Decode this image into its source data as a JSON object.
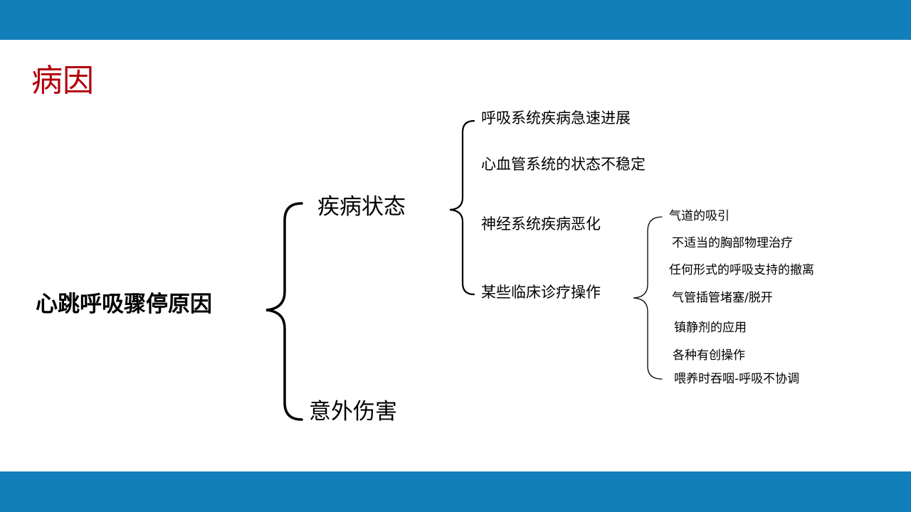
{
  "title": "病因",
  "root": "心跳呼吸骤停原因",
  "level1": [
    "疾病状态",
    "意外伤害"
  ],
  "disease_items": [
    "呼吸系统疾病急速进展",
    "心血管系统的状态不稳定",
    "神经系统疾病恶化",
    "某些临床诊疗操作"
  ],
  "procedure_items": [
    "气道的吸引",
    "不适当的胸部物理治疗",
    "任何形式的呼吸支持的撤离",
    "气管插管堵塞/脱开",
    "镇静剂的应用",
    "各种有创操作",
    "喂养时吞咽-呼吸不协调"
  ],
  "colors": {
    "band": "#137fba",
    "title": "#b3000c",
    "text": "#000000"
  }
}
